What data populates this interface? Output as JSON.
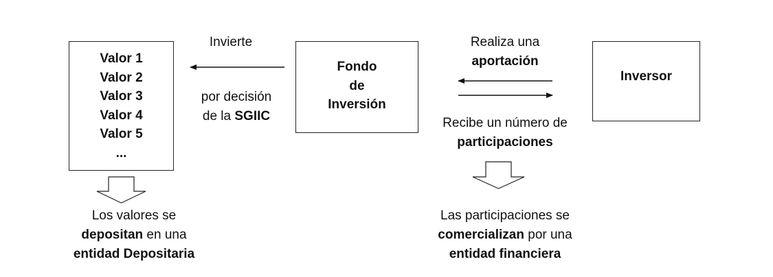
{
  "values_box": {
    "items": [
      "Valor 1",
      "Valor 2",
      "Valor 3",
      "Valor 4",
      "Valor 5",
      "..."
    ]
  },
  "fund_box": {
    "lines": [
      "Fondo",
      "de",
      "Inversión"
    ]
  },
  "investor_box": {
    "label": "Inversor"
  },
  "invest_label": {
    "line1": "Invierte",
    "line2": "por decisión",
    "line3_prefix": "de la ",
    "line3_bold": "SGIIC"
  },
  "contribution_label": {
    "line1": "Realiza una",
    "line2_bold": "aportación"
  },
  "units_label": {
    "line1": "Recibe un número de",
    "line2_bold": "participaciones"
  },
  "deposit_note": {
    "line1": "Los valores se",
    "line2_bold": "depositan",
    "line2_rest": " en una",
    "line3_bold": "entidad Depositaria"
  },
  "marketing_note": {
    "line1": "Las participaciones se",
    "line2_bold": "comercializan",
    "line2_rest": " por una",
    "line3_bold": "entidad financiera"
  }
}
